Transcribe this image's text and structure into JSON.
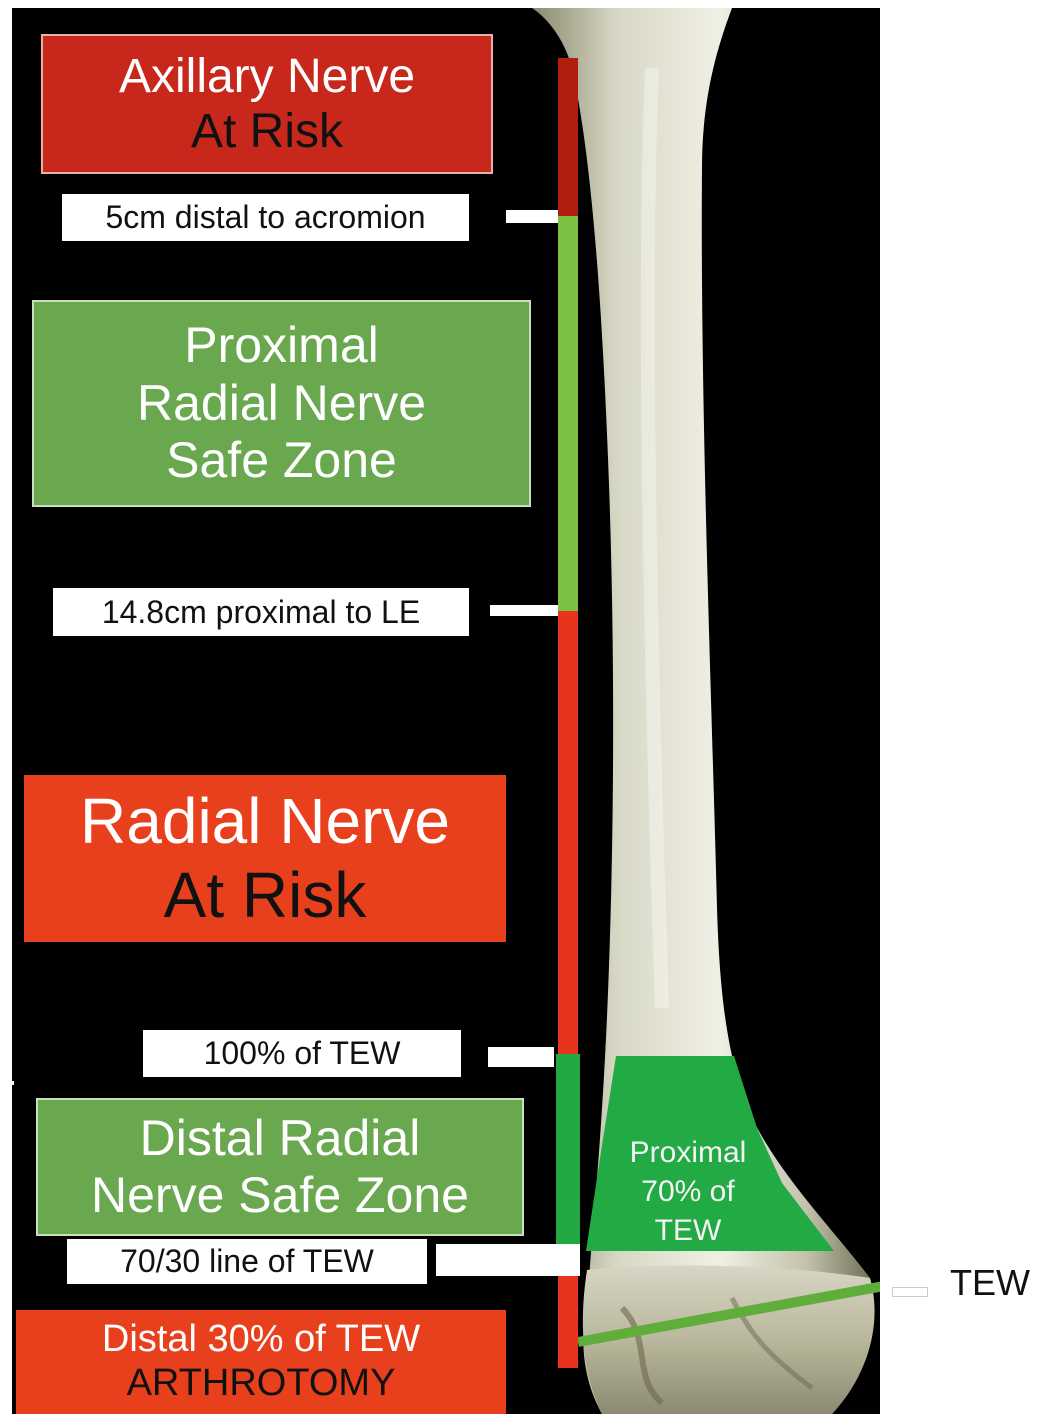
{
  "zones": {
    "axillary": {
      "line1": "Axillary Nerve",
      "line2": "At Risk",
      "color": "#c8281c"
    },
    "proximal_safe": {
      "line1": "Proximal",
      "line2": "Radial Nerve",
      "line3": "Safe Zone",
      "color": "#6aa84f"
    },
    "radial_risk": {
      "line1": "Radial Nerve",
      "line2": "At Risk",
      "color": "#e8401c"
    },
    "distal_safe": {
      "line1": "Distal Radial",
      "line2": "Nerve Safe Zone",
      "color": "#6aa84f"
    },
    "arthrotomy": {
      "line1": "Distal 30% of TEW",
      "line2": "ARTHROTOMY",
      "color": "#e8401c"
    }
  },
  "labels": {
    "acromion": "5cm distal to acromion",
    "le": "14.8cm proximal to LE",
    "tew100": "100% of TEW",
    "line7030": "70/30 line of TEW",
    "tew": "TEW"
  },
  "overlay": {
    "line1": "Proximal",
    "line2": "70% of",
    "line3": "TEW",
    "color": "#22aa44"
  },
  "bar_colors": {
    "dark_red": "#b01e10",
    "light_green": "#7cc242",
    "red": "#e8341c",
    "green": "#22a845"
  }
}
